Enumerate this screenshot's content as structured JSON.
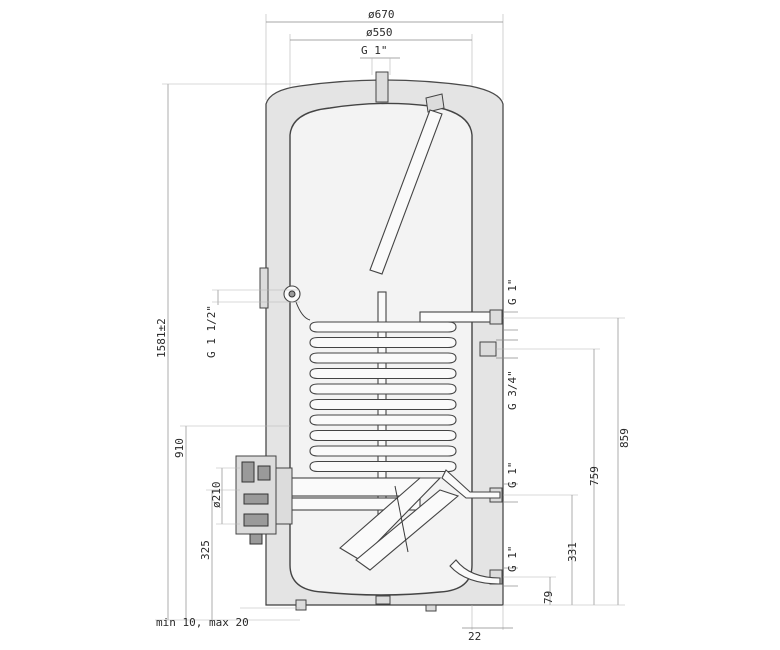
{
  "dimensions": {
    "outer_diameter": "ø670",
    "inner_diameter": "ø550",
    "top_connection": "G 1\"",
    "height": "1581±2",
    "anode_port": "G 1 1/2\"",
    "heater_height": "910",
    "flange": "ø210",
    "flange_height": "325",
    "feet": "min 10, max 20",
    "side_offset": "22",
    "right_top_port": "G 1\"",
    "recirculation_port": "G 3/4\"",
    "coil_outlet_port": "G 1\"",
    "cold_inlet_port": "G 1\"",
    "h_859": "859",
    "h_759": "759",
    "h_331": "331",
    "h_79": "79"
  }
}
